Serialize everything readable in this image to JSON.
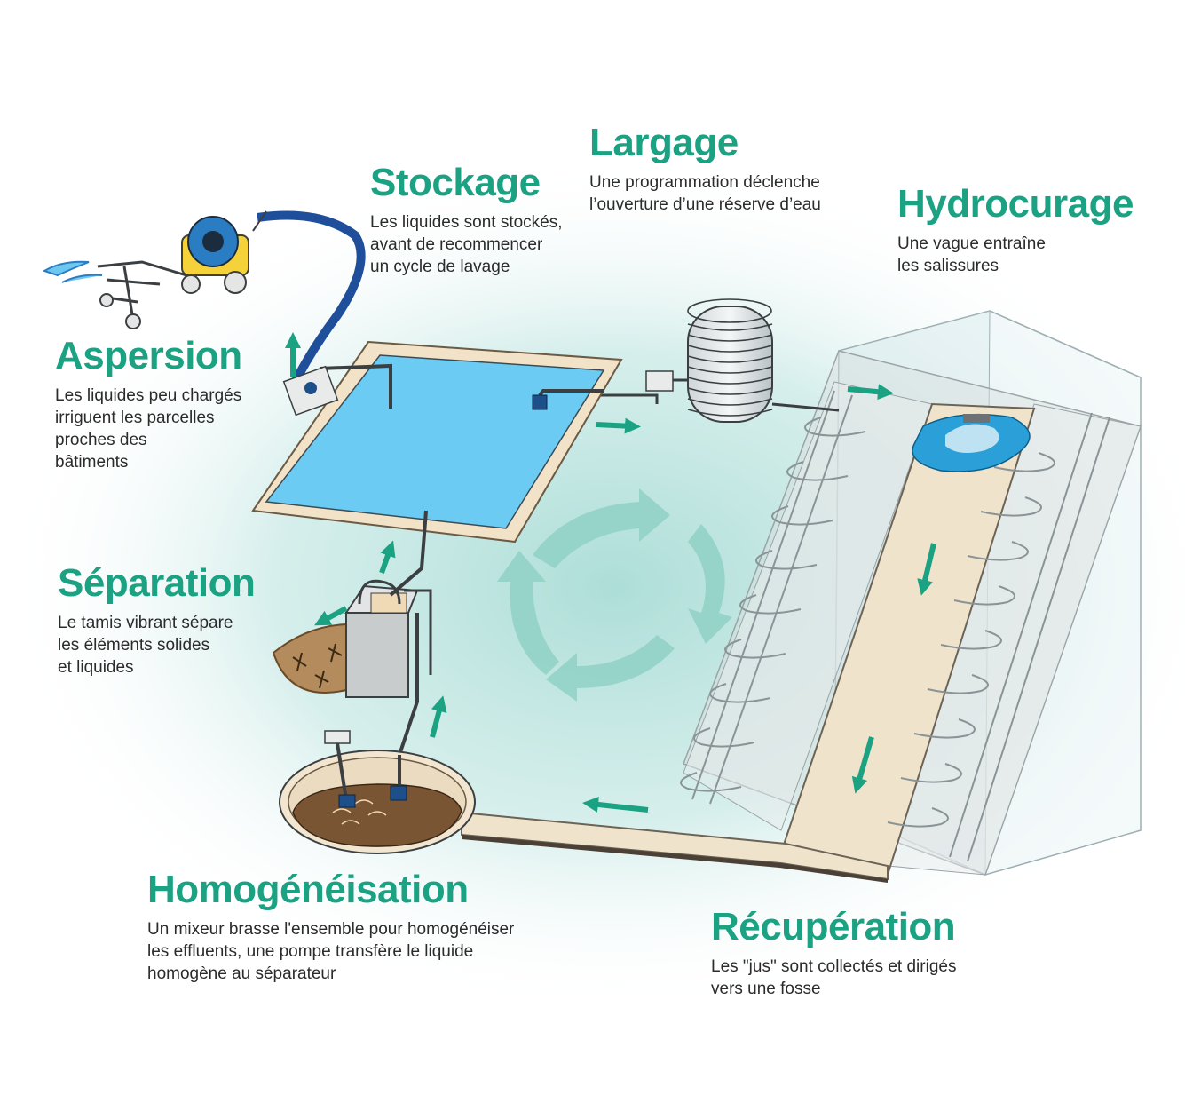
{
  "colors": {
    "accent": "#1aa283",
    "text": "#2b2b2b",
    "water": "#6cc8ef",
    "glow": "#cfe9e6",
    "slurry": "#7a5533",
    "concrete": "#efe3cc",
    "cycle_arrow": "#8fd1c6"
  },
  "steps": {
    "aspersion": {
      "title": "Aspersion",
      "lines": [
        "Les liquides peu chargés",
        "irriguent les parcelles",
        "proches des",
        "bâtiments"
      ]
    },
    "stockage": {
      "title": "Stockage",
      "lines": [
        "Les liquides sont stockés,",
        "avant de recommencer",
        "un cycle de lavage"
      ]
    },
    "largage": {
      "title": "Largage",
      "lines": [
        "Une programmation déclenche",
        "l’ouverture d’une réserve d’eau"
      ]
    },
    "hydrocurage": {
      "title": "Hydrocurage",
      "lines": [
        "Une vague entraîne",
        "les salissures"
      ]
    },
    "separation": {
      "title": "Séparation",
      "lines": [
        "Le tamis vibrant sépare",
        "les éléments solides",
        "et liquides"
      ]
    },
    "homogeneisation": {
      "title": "Homogénéisation",
      "lines": [
        "Un mixeur brasse l'ensemble pour homogénéiser",
        "les effluents, une pompe transfère le liquide",
        "homogène au séparateur"
      ]
    },
    "recuperation": {
      "title": "Récupération",
      "lines": [
        "Les \"jus\" sont collectés et dirigés",
        "vers une fosse"
      ]
    }
  }
}
